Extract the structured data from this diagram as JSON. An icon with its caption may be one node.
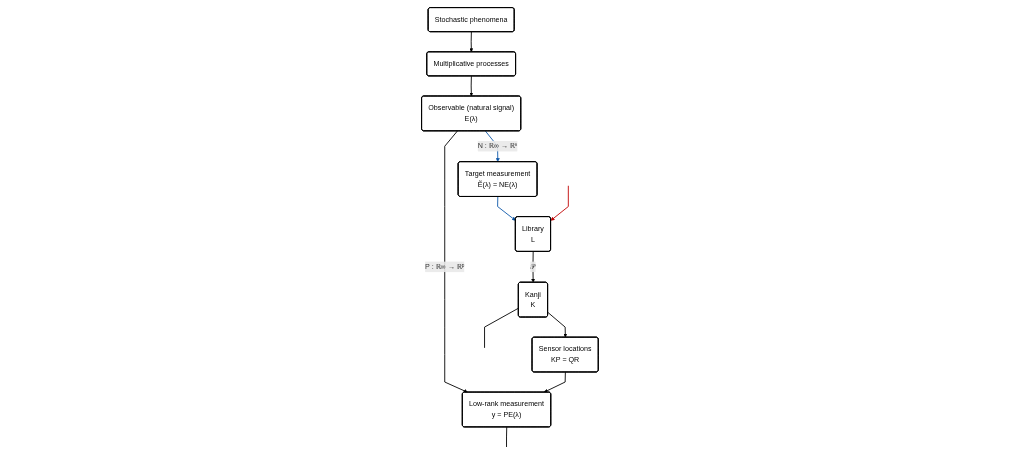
{
  "diagram": {
    "nodes": [
      {
        "text": [
          "Stochastic phenomena"
        ]
      },
      {
        "text": [
          "Multiplicative processes"
        ]
      },
      {
        "text": [
          "Observable (natural signal)",
          "E(λ)"
        ]
      },
      {
        "text": [
          "Target measurement",
          "Ẽ(λ) = NE(λ)"
        ]
      },
      {
        "text": [
          "Library",
          "L"
        ]
      },
      {
        "text": [
          "Kanji",
          "K"
        ]
      },
      {
        "text": [
          "Sensor locations",
          "KP = QR"
        ]
      },
      {
        "text": [
          "Low-rank measurement",
          "y = PE(λ)"
        ]
      }
    ],
    "edges": [
      {
        "from": 0,
        "to": 1,
        "arrow": "to"
      },
      {
        "from": 1,
        "to": 2,
        "arrow": "to"
      },
      {
        "from": 2,
        "to": 3,
        "arrow": "to",
        "label": "N : ℝ∞ → ℝⁿ",
        "color": "#0b57a8"
      },
      {
        "from": 3,
        "to": 4,
        "arrow": "to",
        "color": "#0b57a8"
      },
      {
        "from": 2,
        "to": 7,
        "arrow": "to",
        "label": "P : ℝ∞ → ℝᵖ"
      },
      {
        "from": 4,
        "to": 5,
        "arrow": "to",
        "label": "𝒫"
      },
      {
        "from": 5,
        "to": 6,
        "arrow": "to"
      },
      {
        "from": 6,
        "to": 7,
        "arrow": "to"
      },
      {
        "from": null,
        "to": 4,
        "arrow": "to",
        "color": "#c00000"
      },
      {
        "from": 5,
        "to": null,
        "arrow": "none"
      },
      {
        "from": 7,
        "to": null,
        "arrow": "none"
      }
    ]
  }
}
